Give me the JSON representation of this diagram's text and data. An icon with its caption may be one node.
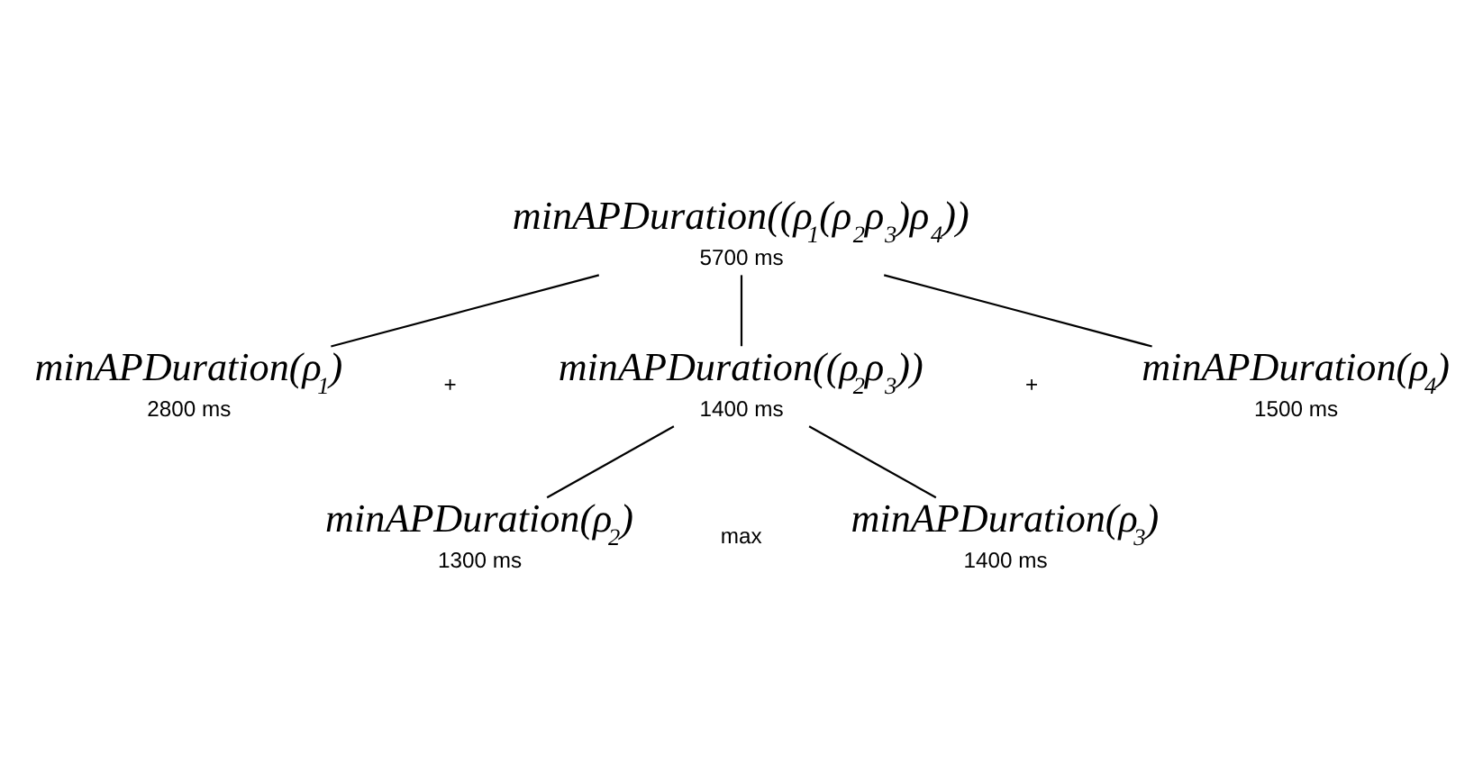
{
  "diagram": {
    "nodes": [
      {
        "text": [
          "minAPDuration((ρ$_{1}$(ρ$_{2}$ρ$_{3}$)ρ$_{4}$))"
        ],
        "beside": [
          "5700 ms"
        ]
      },
      {
        "text": [
          "minAPDuration(ρ$_{1}$)"
        ],
        "beside": [
          "2800 ms"
        ]
      },
      {
        "text": [
          "minAPDuration((ρ$_{2}$ρ$_{3}$))"
        ],
        "beside": [
          "1400 ms"
        ]
      },
      {
        "text": [
          "minAPDuration(ρ$_{4}$)"
        ],
        "beside": [
          "1500 ms"
        ]
      },
      {
        "text": [
          "minAPDuration(ρ$_{2}$)"
        ],
        "beside": [
          "1300 ms"
        ]
      },
      {
        "text": [
          "minAPDuration(ρ$_{3}$)"
        ],
        "beside": [
          "1400 ms"
        ]
      }
    ],
    "edges": [
      {
        "from": 0,
        "to": 1,
        "arrow": "none"
      },
      {
        "from": 0,
        "to": 2,
        "arrow": "none"
      },
      {
        "from": 0,
        "to": 3,
        "arrow": "none"
      },
      {
        "from": 2,
        "to": 4,
        "arrow": "none"
      },
      {
        "from": 2,
        "to": 5,
        "arrow": "none"
      }
    ],
    "labels": [
      "+",
      "+",
      "max"
    ]
  }
}
